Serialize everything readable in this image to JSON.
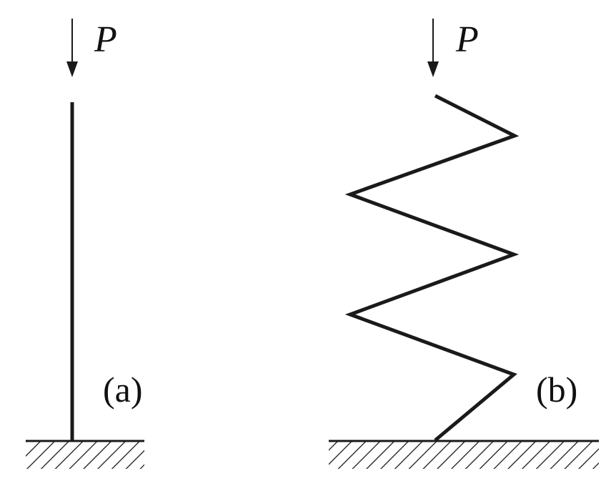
{
  "panels": [
    {
      "load_label": "P",
      "panel_label": "(a)"
    },
    {
      "load_label": "P",
      "panel_label": "(b)"
    }
  ],
  "colors": {
    "ink": "#1a1a1a",
    "background": "#ffffff"
  }
}
